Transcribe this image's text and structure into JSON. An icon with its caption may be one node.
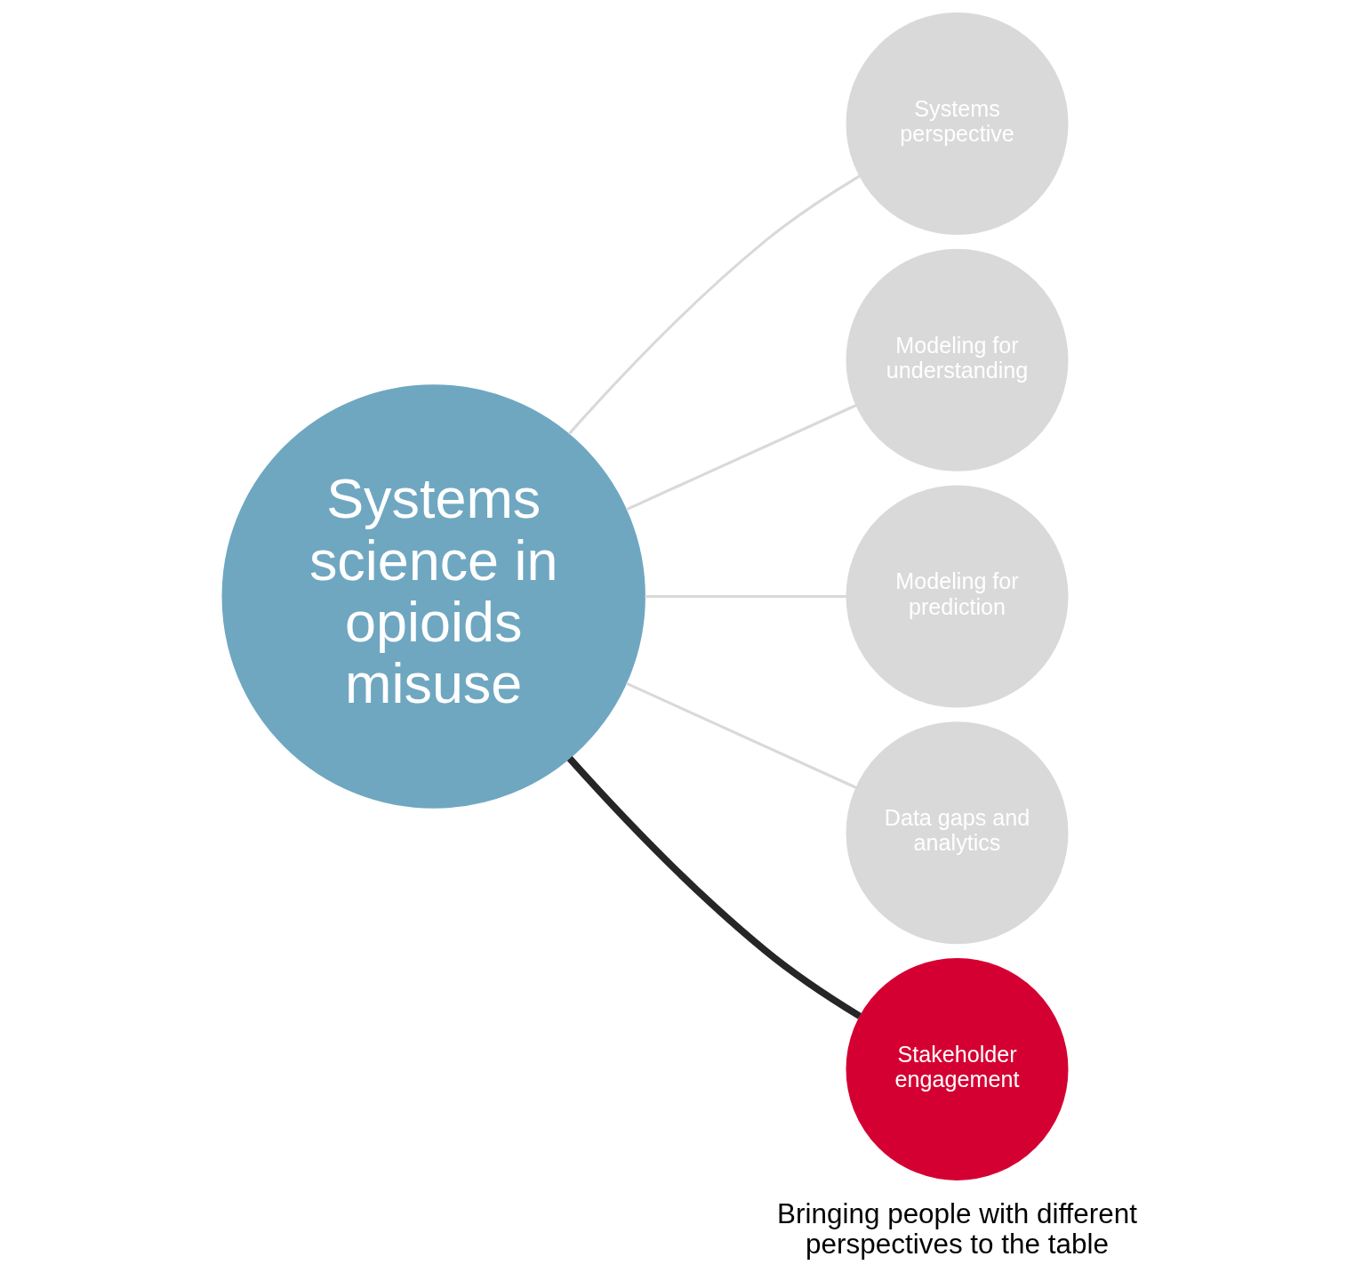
{
  "diagram": {
    "nodes": [
      {
        "text": [
          "Systems science in opioids misuse"
        ]
      },
      {
        "text": [
          "Systems perspective"
        ]
      },
      {
        "text": [
          "Modeling for understanding"
        ]
      },
      {
        "text": [
          "Modeling for prediction"
        ]
      },
      {
        "text": [
          "Data gaps and analytics"
        ]
      },
      {
        "text": [
          "Stakeholder engagement"
        ],
        "beside": [
          "Bringing people with different perspectives to the table"
        ]
      }
    ],
    "edges": [
      {
        "from": 0,
        "to": 1,
        "arrow": "none"
      },
      {
        "from": 0,
        "to": 2,
        "arrow": "none"
      },
      {
        "from": 0,
        "to": 3,
        "arrow": "none"
      },
      {
        "from": 0,
        "to": 4,
        "arrow": "none"
      },
      {
        "from": 0,
        "to": 5,
        "arrow": "none",
        "style": "thick",
        "color": "#262626"
      }
    ]
  }
}
